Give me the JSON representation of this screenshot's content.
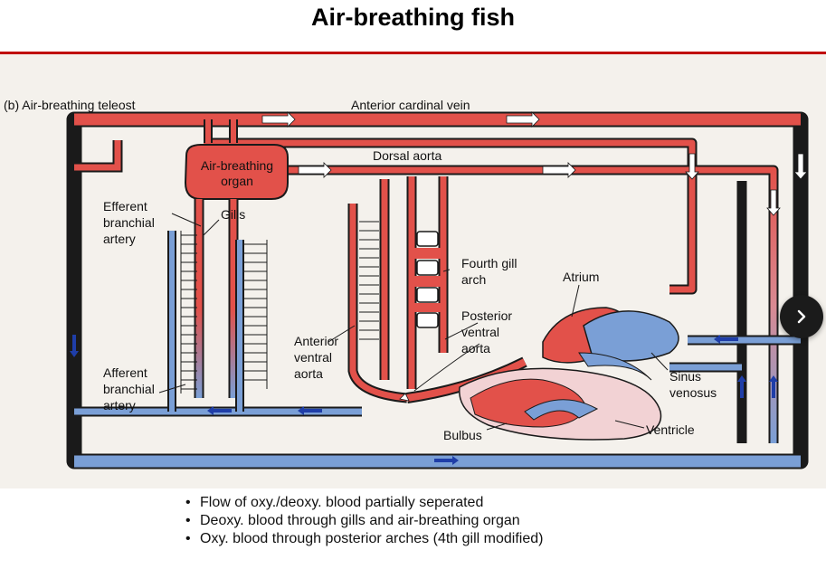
{
  "slide": {
    "title": "Air-breathing fish"
  },
  "figure": {
    "panel_label": "(b) Air-breathing teleost",
    "labels": {
      "anterior_cardinal_vein": "Anterior cardinal vein",
      "dorsal_aorta": "Dorsal aorta",
      "air_breathing_organ_line1": "Air-breathing",
      "air_breathing_organ_line2": "organ",
      "efferent_line1": "Efferent",
      "efferent_line2": "branchial",
      "efferent_line3": "artery",
      "gills": "Gills",
      "fourth_gill_line1": "Fourth gill",
      "fourth_gill_line2": "arch",
      "atrium": "Atrium",
      "posterior_line1": "Posterior",
      "posterior_line2": "ventral",
      "posterior_line3": "aorta",
      "anterior_ventral_line1": "Anterior",
      "anterior_ventral_line2": "ventral",
      "anterior_ventral_line3": "aorta",
      "afferent_line1": "Afferent",
      "afferent_line2": "branchial",
      "afferent_line3": "artery",
      "sinus_line1": "Sinus",
      "sinus_line2": "venosus",
      "ventricle": "Ventricle",
      "bulbus": "Bulbus"
    },
    "colors": {
      "oxygenated": "#e2514a",
      "deoxygenated": "#7a9fd6",
      "flow_arrow_blue": "#1f3ea8",
      "flow_arrow_white": "#ffffff"
    }
  },
  "bullets": [
    "Flow of oxy./deoxy. blood partially seperated",
    "Deoxy. blood through gills and air-breathing organ",
    "Oxy. blood through posterior arches (4th gill modified)"
  ],
  "navigation": {
    "next_icon": "chevron-right-icon"
  }
}
